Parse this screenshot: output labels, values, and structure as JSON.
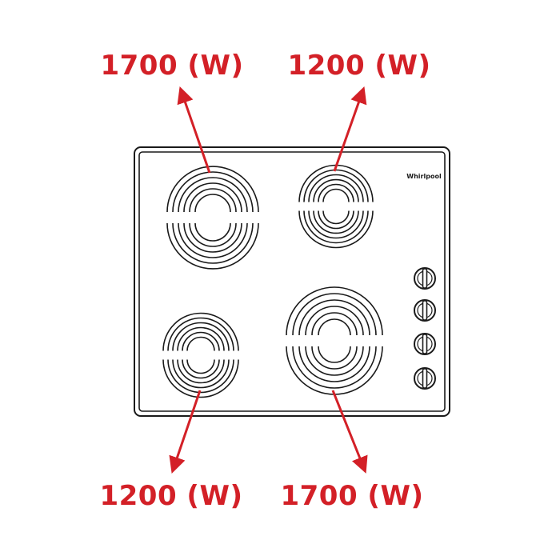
{
  "brand": {
    "name": "Whirlpool"
  },
  "colors": {
    "accent": "#d32027",
    "line": "#1a1a1a",
    "background": "#ffffff"
  },
  "burners": [
    {
      "id": "top-left",
      "power_label": "1700 (W)"
    },
    {
      "id": "top-right",
      "power_label": "1200 (W)"
    },
    {
      "id": "bottom-left",
      "power_label": "1200 (W)"
    },
    {
      "id": "bottom-right",
      "power_label": "1700 (W)"
    }
  ],
  "knobs": {
    "count": 4
  }
}
